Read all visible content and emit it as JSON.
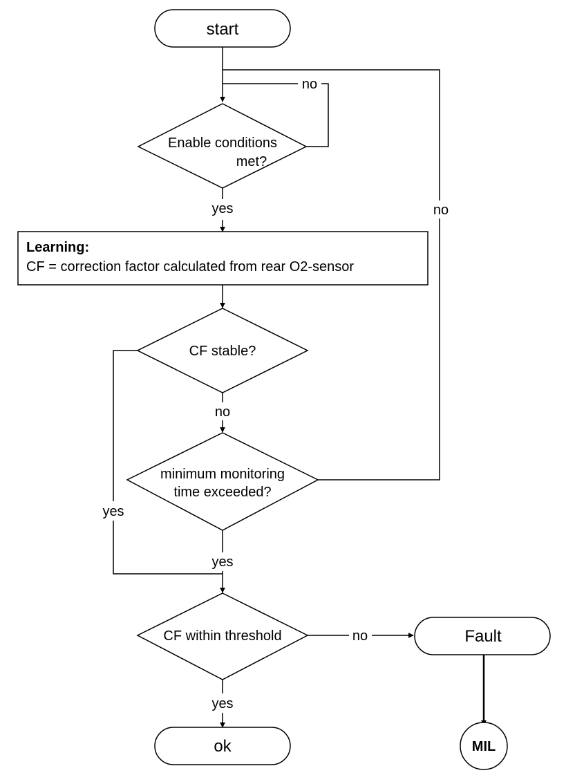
{
  "nodes": {
    "start": "start",
    "enable_line1": "Enable conditions",
    "enable_line2": "met?",
    "learning_title": "Learning:",
    "learning_body": "CF = correction factor calculated from rear O2-sensor",
    "cf_stable": "CF stable?",
    "min_time_line1": "minimum monitoring",
    "min_time_line2": "time exceeded?",
    "cf_threshold": "CF within threshold",
    "fault": "Fault",
    "ok": "ok",
    "mil": "MIL"
  },
  "edge_labels": {
    "enable_no": "no",
    "enable_yes": "yes",
    "min_time_no": "no",
    "cf_stable_no": "no",
    "cf_stable_yes": "yes",
    "min_time_yes": "yes",
    "threshold_no": "no",
    "threshold_yes": "yes"
  }
}
